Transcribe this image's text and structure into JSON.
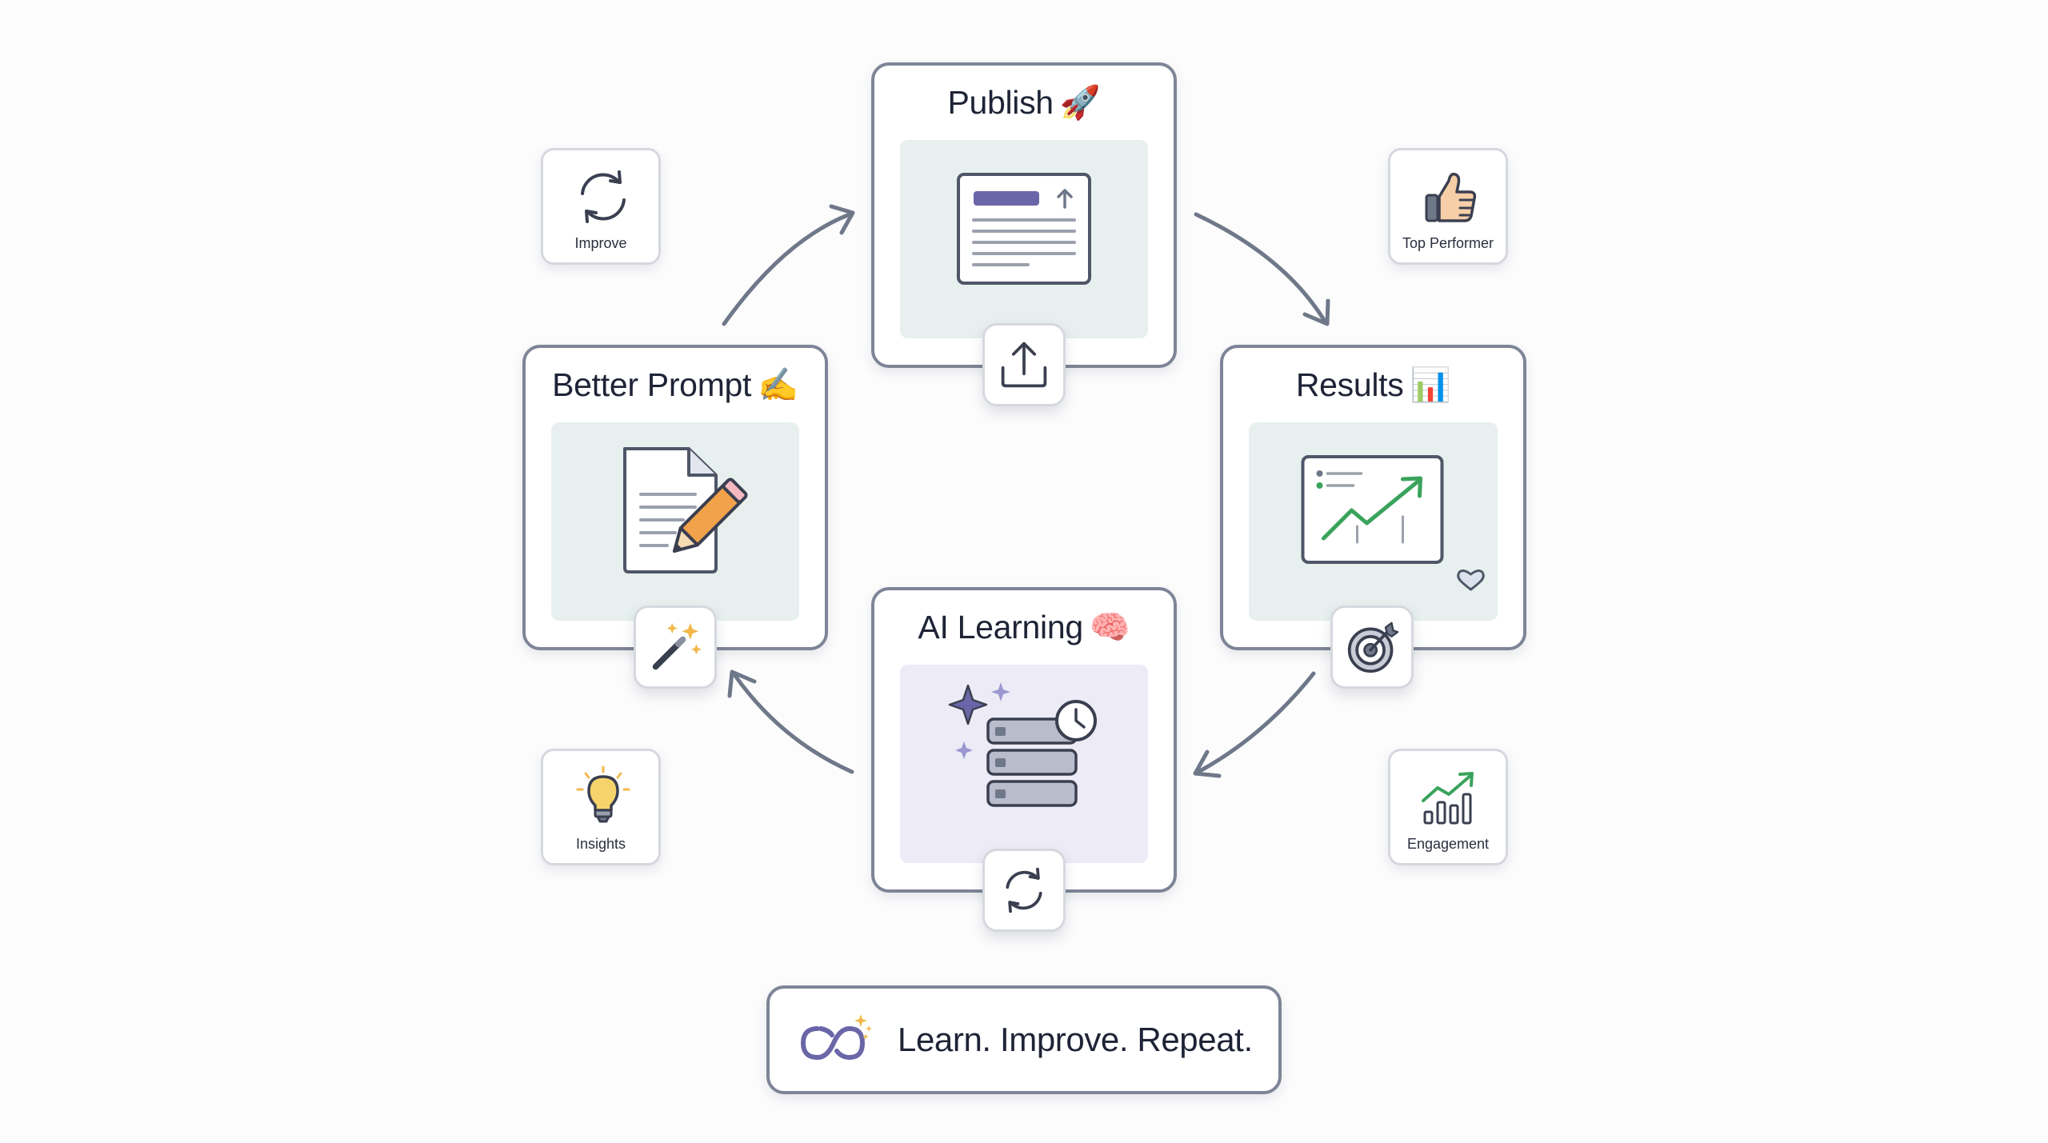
{
  "steps": {
    "publish": {
      "title": "Publish",
      "emoji": "🚀",
      "icon": "document-upload-icon",
      "badge_icon": "upload-icon"
    },
    "results": {
      "title": "Results",
      "emoji": "📊",
      "icon": "line-chart-icon",
      "badge_icon": "target-icon",
      "extra_icon": "heart-icon"
    },
    "ai_learning": {
      "title": "AI Learning",
      "emoji": "🧠",
      "icon": "database-sparkle-icon",
      "badge_icon": "refresh-icon"
    },
    "better_prompt": {
      "title": "Better Prompt",
      "emoji": "✍️",
      "icon": "document-pencil-icon",
      "badge_icon": "magic-wand-icon"
    }
  },
  "side_tiles": {
    "improve": {
      "label": "Improve",
      "icon": "refresh-icon"
    },
    "top_performer": {
      "label": "Top Performer",
      "icon": "thumbs-up-icon"
    },
    "insights": {
      "label": "Insights",
      "icon": "lightbulb-icon"
    },
    "engagement": {
      "label": "Engagement",
      "icon": "growth-chart-icon"
    }
  },
  "banner": {
    "text": "Learn. Improve. Repeat.",
    "icon": "infinity-sparkle-icon"
  },
  "colors": {
    "card_border": "#7d8596",
    "panel_green": "#e7f0ee",
    "panel_purple": "#ecebf6",
    "accent_purple": "#6a66a8",
    "chart_green": "#3aa35c",
    "pencil_orange": "#f2a24a",
    "arrow": "#6f7889"
  }
}
